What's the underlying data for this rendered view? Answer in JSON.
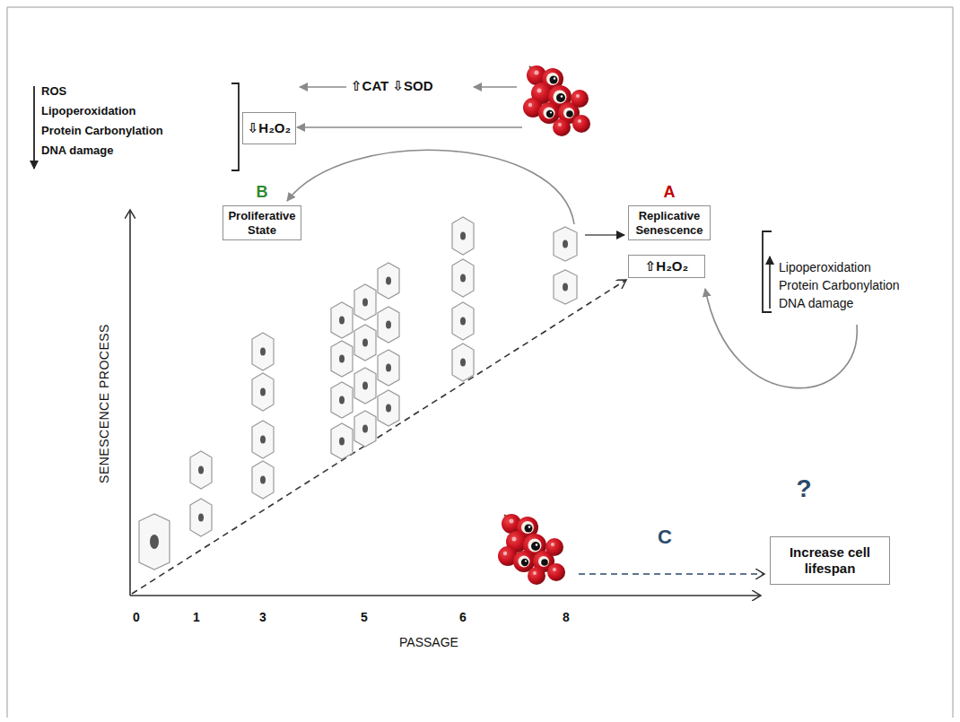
{
  "diagram": {
    "nodes": [
      {
        "text": [
          "A",
          "Replicative Senescence"
        ]
      },
      {
        "text": [
          "⇧H₂O₂"
        ]
      },
      {
        "text": [
          "⇩H₂O₂"
        ]
      },
      {
        "text": [
          "B",
          "Proliferative State"
        ]
      },
      {
        "text": [
          "Increase cell lifespan"
        ]
      }
    ],
    "labels": [
      "ROS",
      "Lipoperoxidation",
      "Protein Carbonylation",
      "DNA damage",
      "⇧CAT ⇩SOD",
      "Lipoperoxidation",
      "Protein Carbonylation",
      "DNA damage",
      "SENESCENCE PROCESS",
      "PASSAGE",
      "0",
      "1",
      "3",
      "5",
      "6",
      "8",
      "C",
      "?"
    ]
  }
}
